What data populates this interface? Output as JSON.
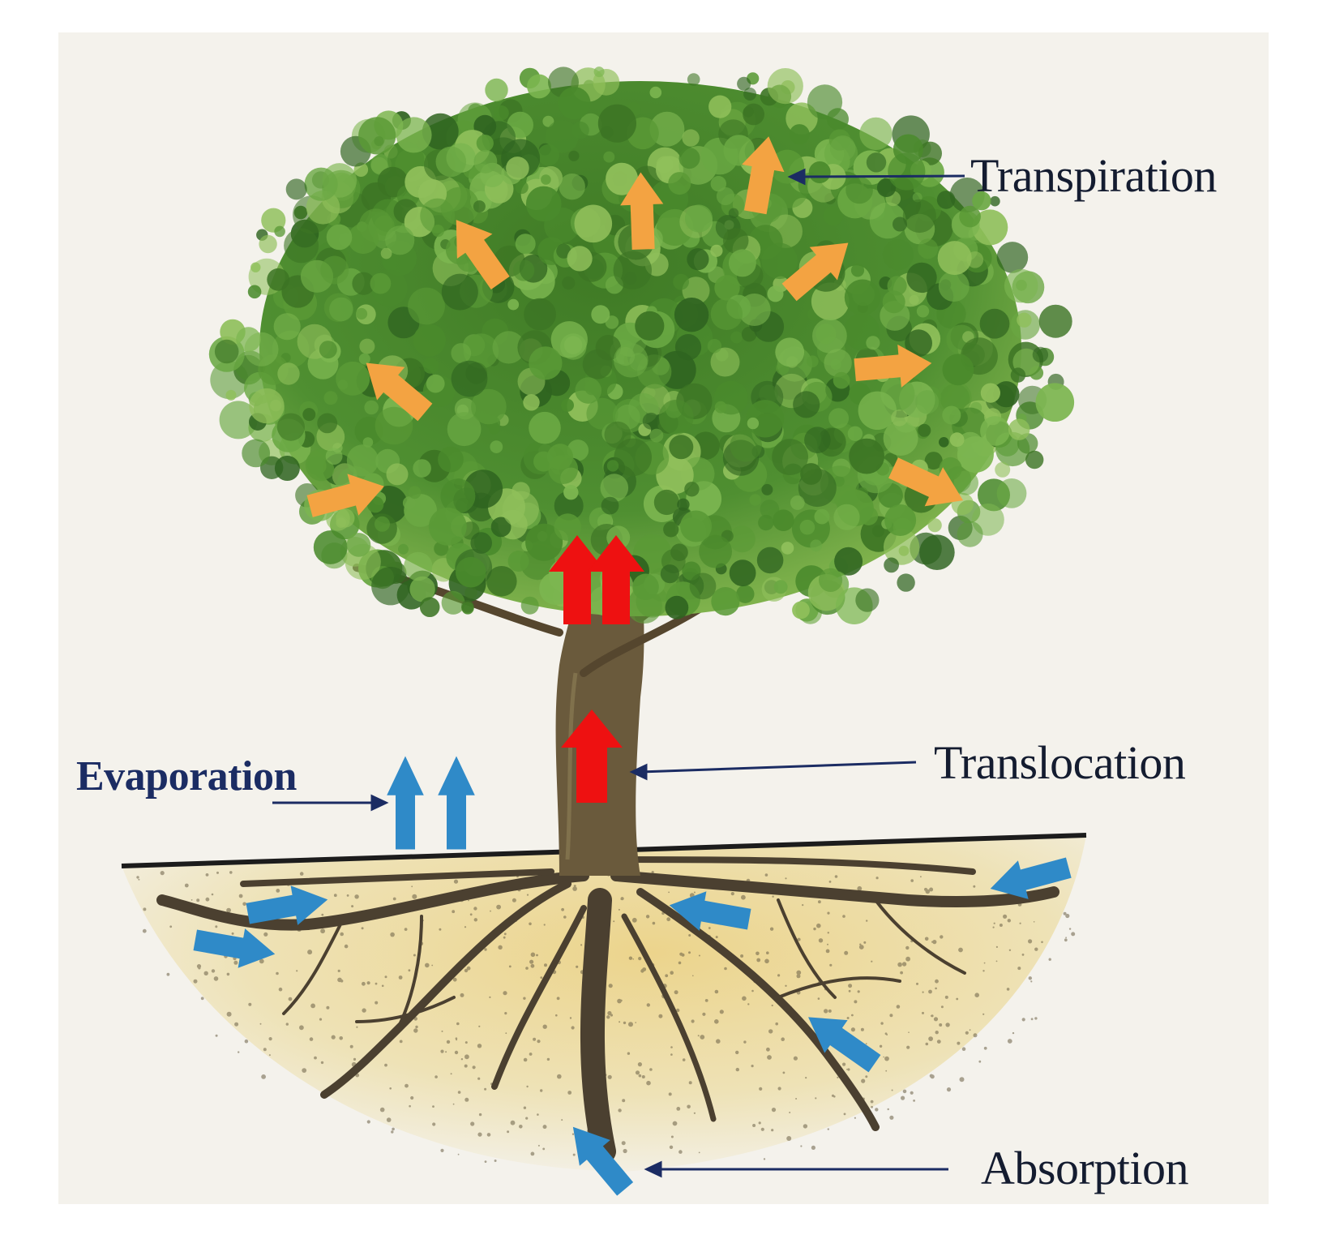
{
  "labels": {
    "transpiration": "Transpiration",
    "translocation": "Translocation",
    "evaporation": "Evaporation",
    "absorption": "Absorption"
  },
  "colors": {
    "background": "#f4f2ec",
    "foliage": "#4f8a2e",
    "trunk": "#5a4a32",
    "soil": "#e9dca0",
    "transpiration_arrow": "#f3a342",
    "translocation_arrow": "#ee1111",
    "water_arrow": "#2f8ac8",
    "pointer": "#1b2c63"
  }
}
